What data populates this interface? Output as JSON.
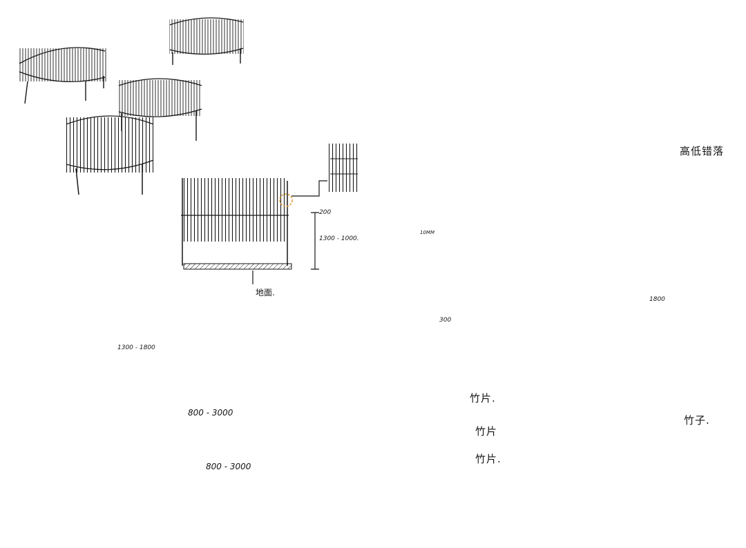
{
  "labels": {
    "ground": "地面.",
    "height_range_panel": "1300 - 1000.",
    "top_gap": "200",
    "width_range_ribbons": "1300 - 1800",
    "wave_height": "800 - 3000",
    "wave_length": "800 - 3000",
    "high_low_drop": "高低错落",
    "scale_bar": "10MM",
    "bamboo_tall_height": "1800",
    "bamboo_low_height": "300",
    "bamboo_strip_1": "竹片.",
    "bamboo_strip_2": "竹片",
    "bamboo_strip_3": "竹片.",
    "bamboo_pole": "竹子."
  },
  "colors": {
    "ink": "#151515",
    "highlight": "#e39a3a",
    "paper": "#ffffff"
  }
}
